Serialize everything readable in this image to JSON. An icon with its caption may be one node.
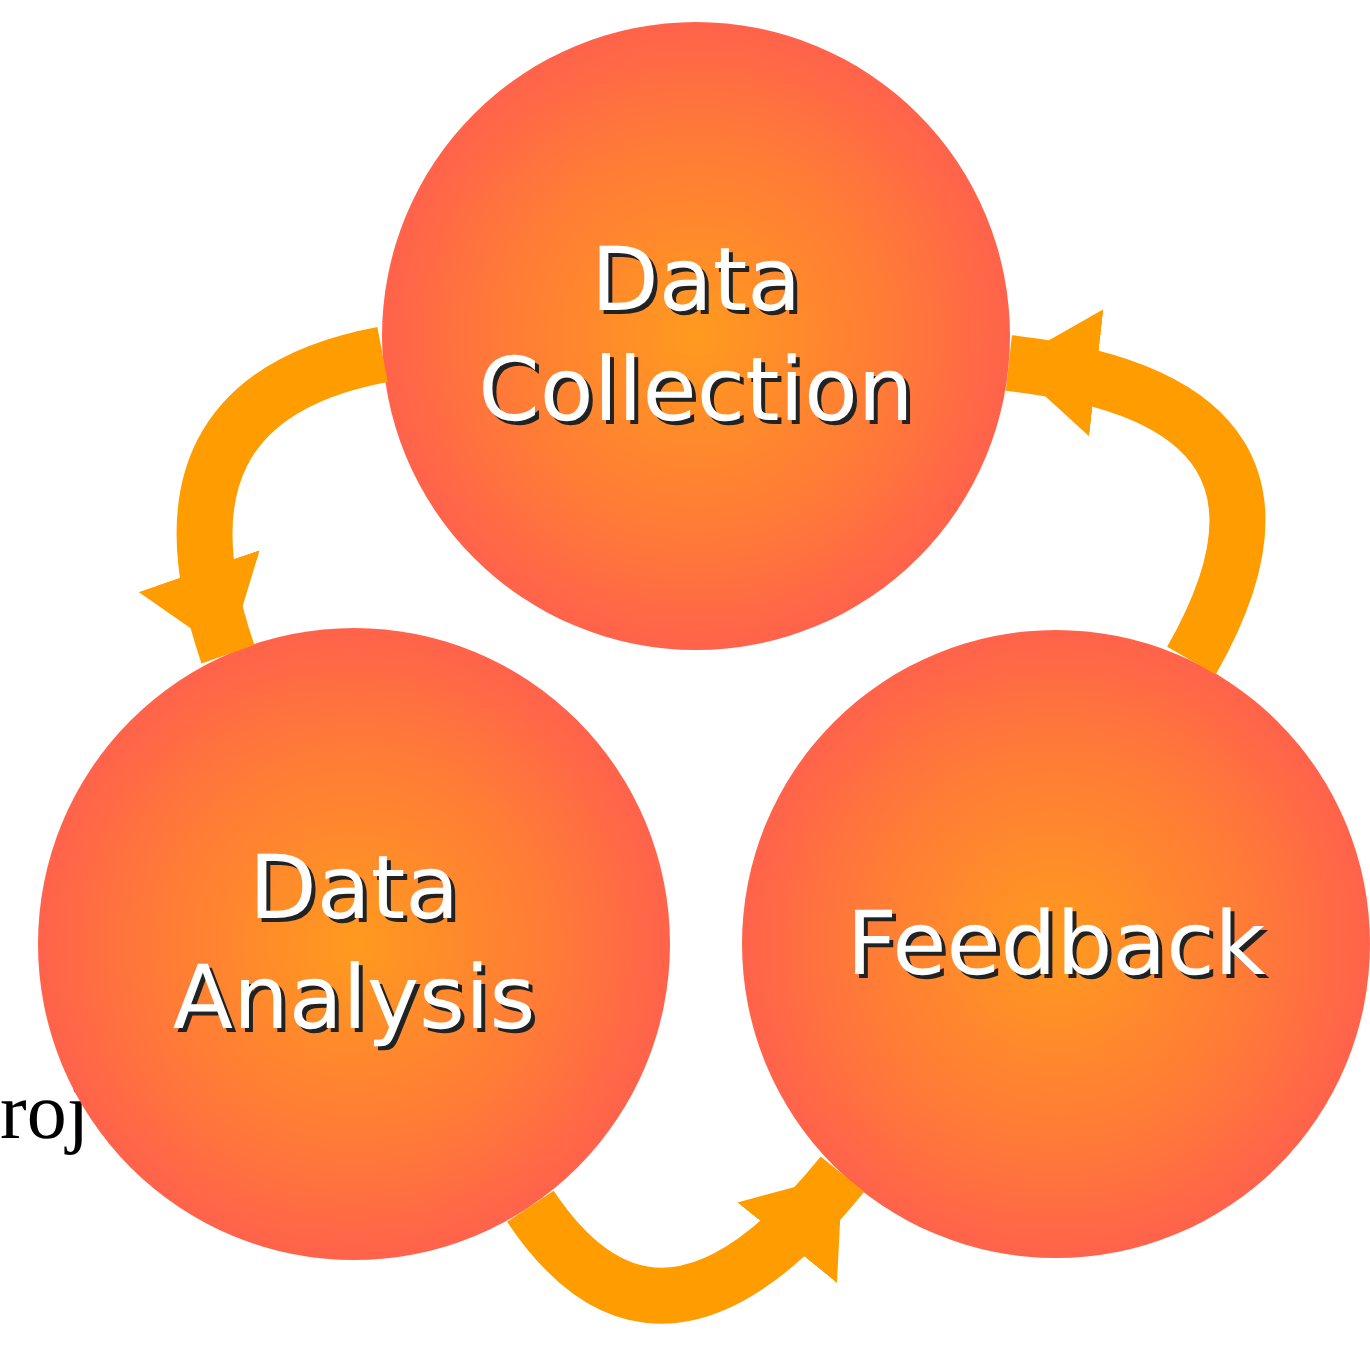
{
  "diagram": {
    "nodes": [
      {
        "text": [
          "Data Collection"
        ]
      },
      {
        "text": [
          "Data Analysis"
        ]
      },
      {
        "text": [
          "Feedback"
        ]
      }
    ],
    "edges": [
      {
        "from": 0,
        "to": 1,
        "arrow": "to"
      },
      {
        "from": 1,
        "to": 2,
        "arrow": "to"
      },
      {
        "from": 2,
        "to": 0,
        "arrow": "to"
      }
    ],
    "labels": [
      "roj"
    ]
  }
}
